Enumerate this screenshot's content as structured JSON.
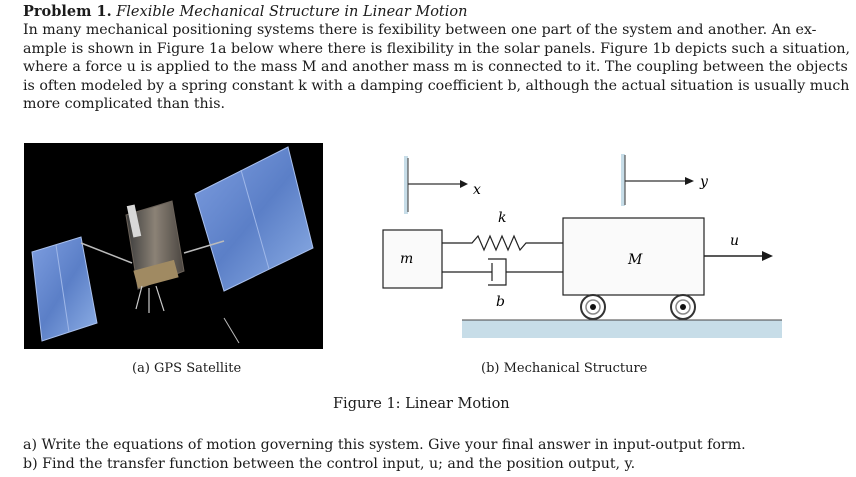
{
  "problem": {
    "number_label": "Problem 1.",
    "title": "Flexible Mechanical Structure in Linear Motion"
  },
  "intro_lines": [
    "In many mechanical positioning systems there is fexibility between one part of the system and another. An ex-",
    "ample is shown in Figure 1a below where there is flexibility in the solar panels. Figure 1b depicts such a situation,",
    "where a force u is applied to the mass M and another mass m is connected to it. The coupling between the objects",
    "is often modeled by a spring constant k with a damping coefficient b, although the actual situation is usually much",
    "more complicated than this."
  ],
  "figure": {
    "caption_a": "(a) GPS Satellite",
    "caption_b": "(b) Mechanical Structure",
    "caption": "Figure 1: Linear Motion",
    "labels": {
      "x": "x",
      "y": "y",
      "k": "k",
      "b": "b",
      "m": "m",
      "M": "M",
      "u": "u"
    },
    "colors": {
      "diagram_fill": "#fafafa",
      "diagram_stroke": "#222222",
      "arrow": "#1a1a1a",
      "ground": "#c7dde8",
      "wall": "#c7dde8",
      "satellite_bg": "#000000",
      "panel_blue": "#5b7fc7"
    }
  },
  "questions": [
    "a)  Write the equations of motion governing this system. Give your final answer in input-output form.",
    "b)  Find the transfer function between the control input, u; and the position output, y."
  ]
}
